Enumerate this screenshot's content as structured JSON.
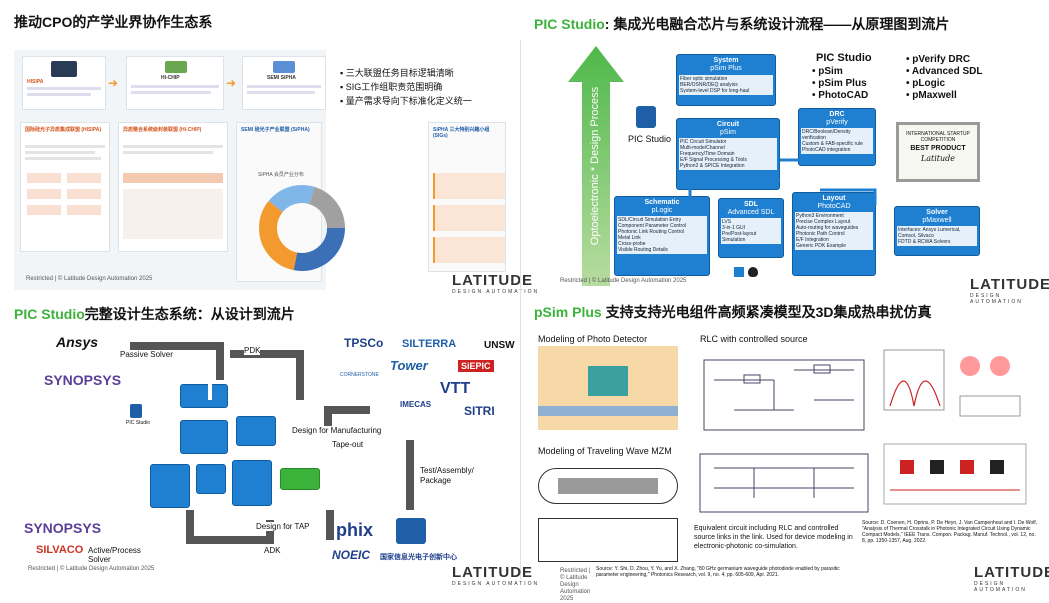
{
  "q1": {
    "title": "推动CPO的产学业界协作生态系",
    "bullets": [
      "三大联盟任务目标逻辑清晰",
      "SIG工作组职责范围明确",
      "量产需求导向下标准化定义统一"
    ],
    "hisipa": "HISIPA",
    "hichip": "HI-CHIP",
    "semi": "SEMI SiPHA",
    "card1_title": "国际硅光子异质集成联盟 (HISIPA)",
    "card2_title": "异质整合系统级封装联盟 (HI-CHIP)",
    "card3_title": "SEMI 硅光子产业联盟 (SiPHA)",
    "card4_title": "SiPHA 三大特别兴趣小组 (SIGs)",
    "donut_title": "SiPHA 会员产业分布",
    "footer": "Restricted | © Latitude Design Automation 2025"
  },
  "q2": {
    "title_green": "PIC Studio",
    "title_rest": ": 集成光电融合芯片与系统设计流程——从原理图到流片",
    "arrow_label": "Optoelectronic * Design Process",
    "pic_studio": "PIC Studio",
    "products_green": "PIC Studio",
    "products_col1": [
      "pSim",
      "pSim Plus",
      "PhotoCAD"
    ],
    "products_col2": [
      "pVerify DRC",
      "Advanced SDL",
      "pLogic",
      "pMaxwell"
    ],
    "system": {
      "h": "System",
      "s": "pSim Plus",
      "items": [
        "Fiber optic simulation",
        "BER/OSNR/DEQ analysis",
        "System-level DSP for long-haul"
      ]
    },
    "circuit": {
      "h": "Circuit",
      "s": "pSim",
      "items": [
        "PIC Circuit Simulator",
        "Multi-mode/Channel",
        "Frequency/Time Domain",
        "E/F Signal Processing & Tools",
        "Python2 & SPICE Integration"
      ]
    },
    "drc": {
      "h": "DRC",
      "s": "pVerify",
      "items": [
        "DRC/Boolean/Density verification",
        "Custom & FAB-specific rule",
        "PhotoCAD integration"
      ]
    },
    "schematic": {
      "h": "Schematic",
      "s": "pLogic",
      "items": [
        "SDL/Circuit Simulation Entry",
        "Component Parameter Control",
        "Photonic Link Routing Control",
        "Metal Link",
        "Cross-probe",
        "Visible Routing Details"
      ]
    },
    "sdl": {
      "h": "SDL",
      "s": "Advanced SDL",
      "items": [
        "LVS",
        "3-in-1 GUI",
        "Pre/Post-layout Simulation"
      ]
    },
    "layout": {
      "h": "Layout",
      "s": "PhotoCAD",
      "items": [
        "Python3 Environment",
        "Precise Complex Layout",
        "Auto-routing for waveguides",
        "Photonic Path Control",
        "E/F Integration",
        "Generic PDK Example"
      ]
    },
    "solver": {
      "h": "Solver",
      "s": "pMaxwell",
      "items": [
        "Interfaces: Ansys Lumerical, Comsol, Silvaco",
        "FDTD & RCWA Solvers"
      ]
    },
    "cert": {
      "line1": "INTERNATIONAL STARTUP COMPETITION",
      "line2": "BEST PRODUCT",
      "line3": "Latitude"
    },
    "footer": "Restricted | © Latitude Design Automation 2025"
  },
  "q3": {
    "title_green": "PIC Studio",
    "title_rest": "完整设计生态系统：从设计到流片",
    "ansys": "Ansys",
    "synopsys": "SYNOPSYS",
    "silvaco": "SILVACO",
    "labels": {
      "passive": "Passive Solver",
      "pdk": "PDK",
      "manufacturing": "Design for Manufacturing",
      "tapeout": "Tape-out",
      "test": "Test/Assembly/ Package",
      "tap": "Design for TAP",
      "adk": "ADK",
      "active": "Active/Process Solver"
    },
    "foundries": [
      "TPSCo",
      "SILTERRA",
      "UNSW",
      "Tower",
      "SiEPIC",
      "CORNERSTONE",
      "VTT",
      "IMECAS",
      "SITRI",
      "phix",
      "NOEIC"
    ],
    "noeic_cn": "国家信息光电子创新中心",
    "pic_studio": "PIC Studio",
    "footer": "Restricted | © Latitude Design Automation 2025"
  },
  "q4": {
    "title_green": "pSim Plus",
    "title_rest": " 支持支持光电组件高频紧凑模型及3D集成热串扰仿真",
    "photo_detector": "Modeling of Photo Detector",
    "rlc": "RLC with controlled source",
    "mzm": "Modeling of Traveling Wave MZM",
    "equiv": "Equivalent circuit including RLC and controlled source links in the link. Used for device modeling in electronic-photonic co-simulation.",
    "source_right": "Source: D. Coenen, H. Oprins, P. De Heyn, J. Van Campenhout and I. De Wolf, \"Analysis of Thermal Crosstalk in Photonic Integrated Circuit Using Dynamic Compact Models,\" IEEE Trans. Compon. Packag. Manuf. Technol., vol. 12, no. 8, pp. 1350-1357, Aug. 2022.",
    "source_left": "Source: Y. Shi, D. Zhou, Y. Yu, and X. Zhang, \"80 GHz germanium waveguide photodiode enabled by parasitic parameter engineering,\" Photonics Research, vol. 9, no. 4, pp. 605-609, Apr. 2021.",
    "footer": "Restricted | © Latitude Design Automation 2025"
  },
  "logo": {
    "name": "LATITUDE",
    "sub": "DESIGN AUTOMATION"
  },
  "colors": {
    "accent_green": "#3bb33b",
    "blue": "#1f7fd1",
    "orange": "#f29a2e"
  }
}
